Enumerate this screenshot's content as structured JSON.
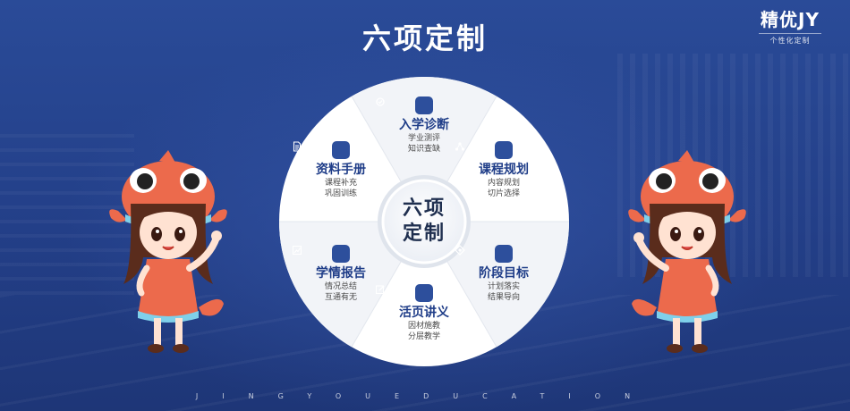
{
  "header": {
    "title": "六项定制"
  },
  "logo": {
    "main": "精优JY",
    "sub": "个性化定制"
  },
  "center": {
    "line1": "六项",
    "line2": "定制"
  },
  "segments": [
    {
      "id": "diagnosis",
      "title": "入学诊断",
      "line1": "学业测评",
      "line2": "知识查缺",
      "icon": "diagnosis-icon"
    },
    {
      "id": "course",
      "title": "课程规划",
      "line1": "内容规划",
      "line2": "切片选择",
      "icon": "network-icon"
    },
    {
      "id": "goal",
      "title": "阶段目标",
      "line1": "计划落实",
      "line2": "结果导向",
      "icon": "target-icon"
    },
    {
      "id": "loose",
      "title": "活页讲义",
      "line1": "因材施教",
      "line2": "分层教学",
      "icon": "edit-icon"
    },
    {
      "id": "report",
      "title": "学情报告",
      "line1": "情况总结",
      "line2": "互通有无",
      "icon": "chart-icon"
    },
    {
      "id": "manual",
      "title": "资料手册",
      "line1": "课程补充",
      "line2": "巩固训练",
      "icon": "document-icon"
    }
  ],
  "footer": {
    "text": "JINGYOUEDUCATION"
  },
  "colors": {
    "background": "#24438f",
    "accent": "#2d4f9c",
    "brand_red": "#e23b3b"
  }
}
